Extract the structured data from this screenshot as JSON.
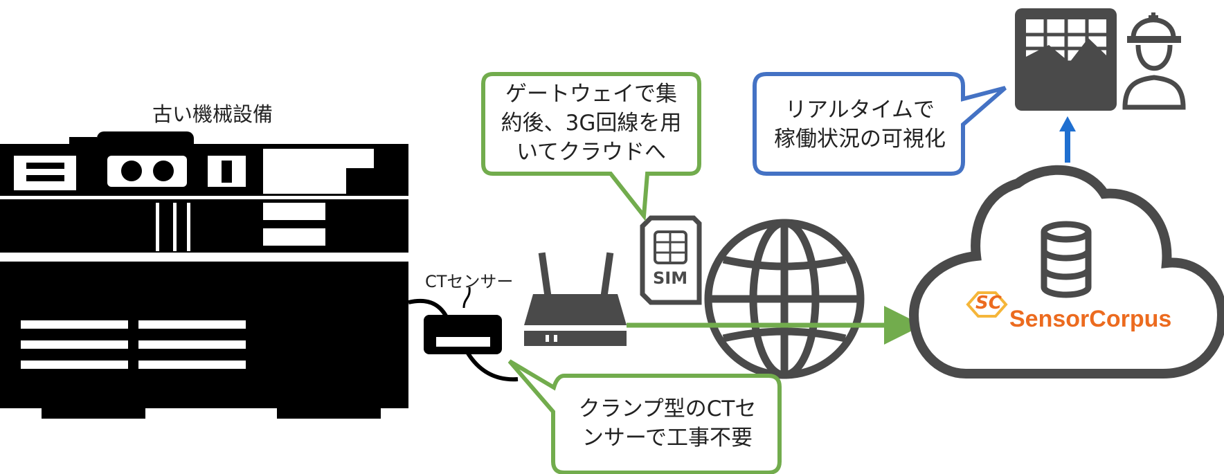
{
  "machine": {
    "label": "古い機械設備"
  },
  "ct_sensor": {
    "label": "CTセンサー"
  },
  "gateway_bubble": {
    "lines": [
      "ゲートウェイで集",
      "約後、3G回線を用",
      "いてクラウドへ"
    ]
  },
  "realtime_bubble": {
    "lines": [
      "リアルタイムで",
      "稼働状況の可視化"
    ]
  },
  "clamp_bubble": {
    "lines": [
      "クランプ型のCTセ",
      "ンサーで工事不要"
    ]
  },
  "sim": {
    "label": "SIM"
  },
  "cloud": {
    "brand_name": "SensorCorpus",
    "logo_text": "SC"
  },
  "colors": {
    "green": "#72ac4d",
    "blue": "#4472c4",
    "arrow_blue": "#1f6fd0",
    "gray": "#4a4a4a",
    "brand_orange": "#ec6b1f"
  }
}
